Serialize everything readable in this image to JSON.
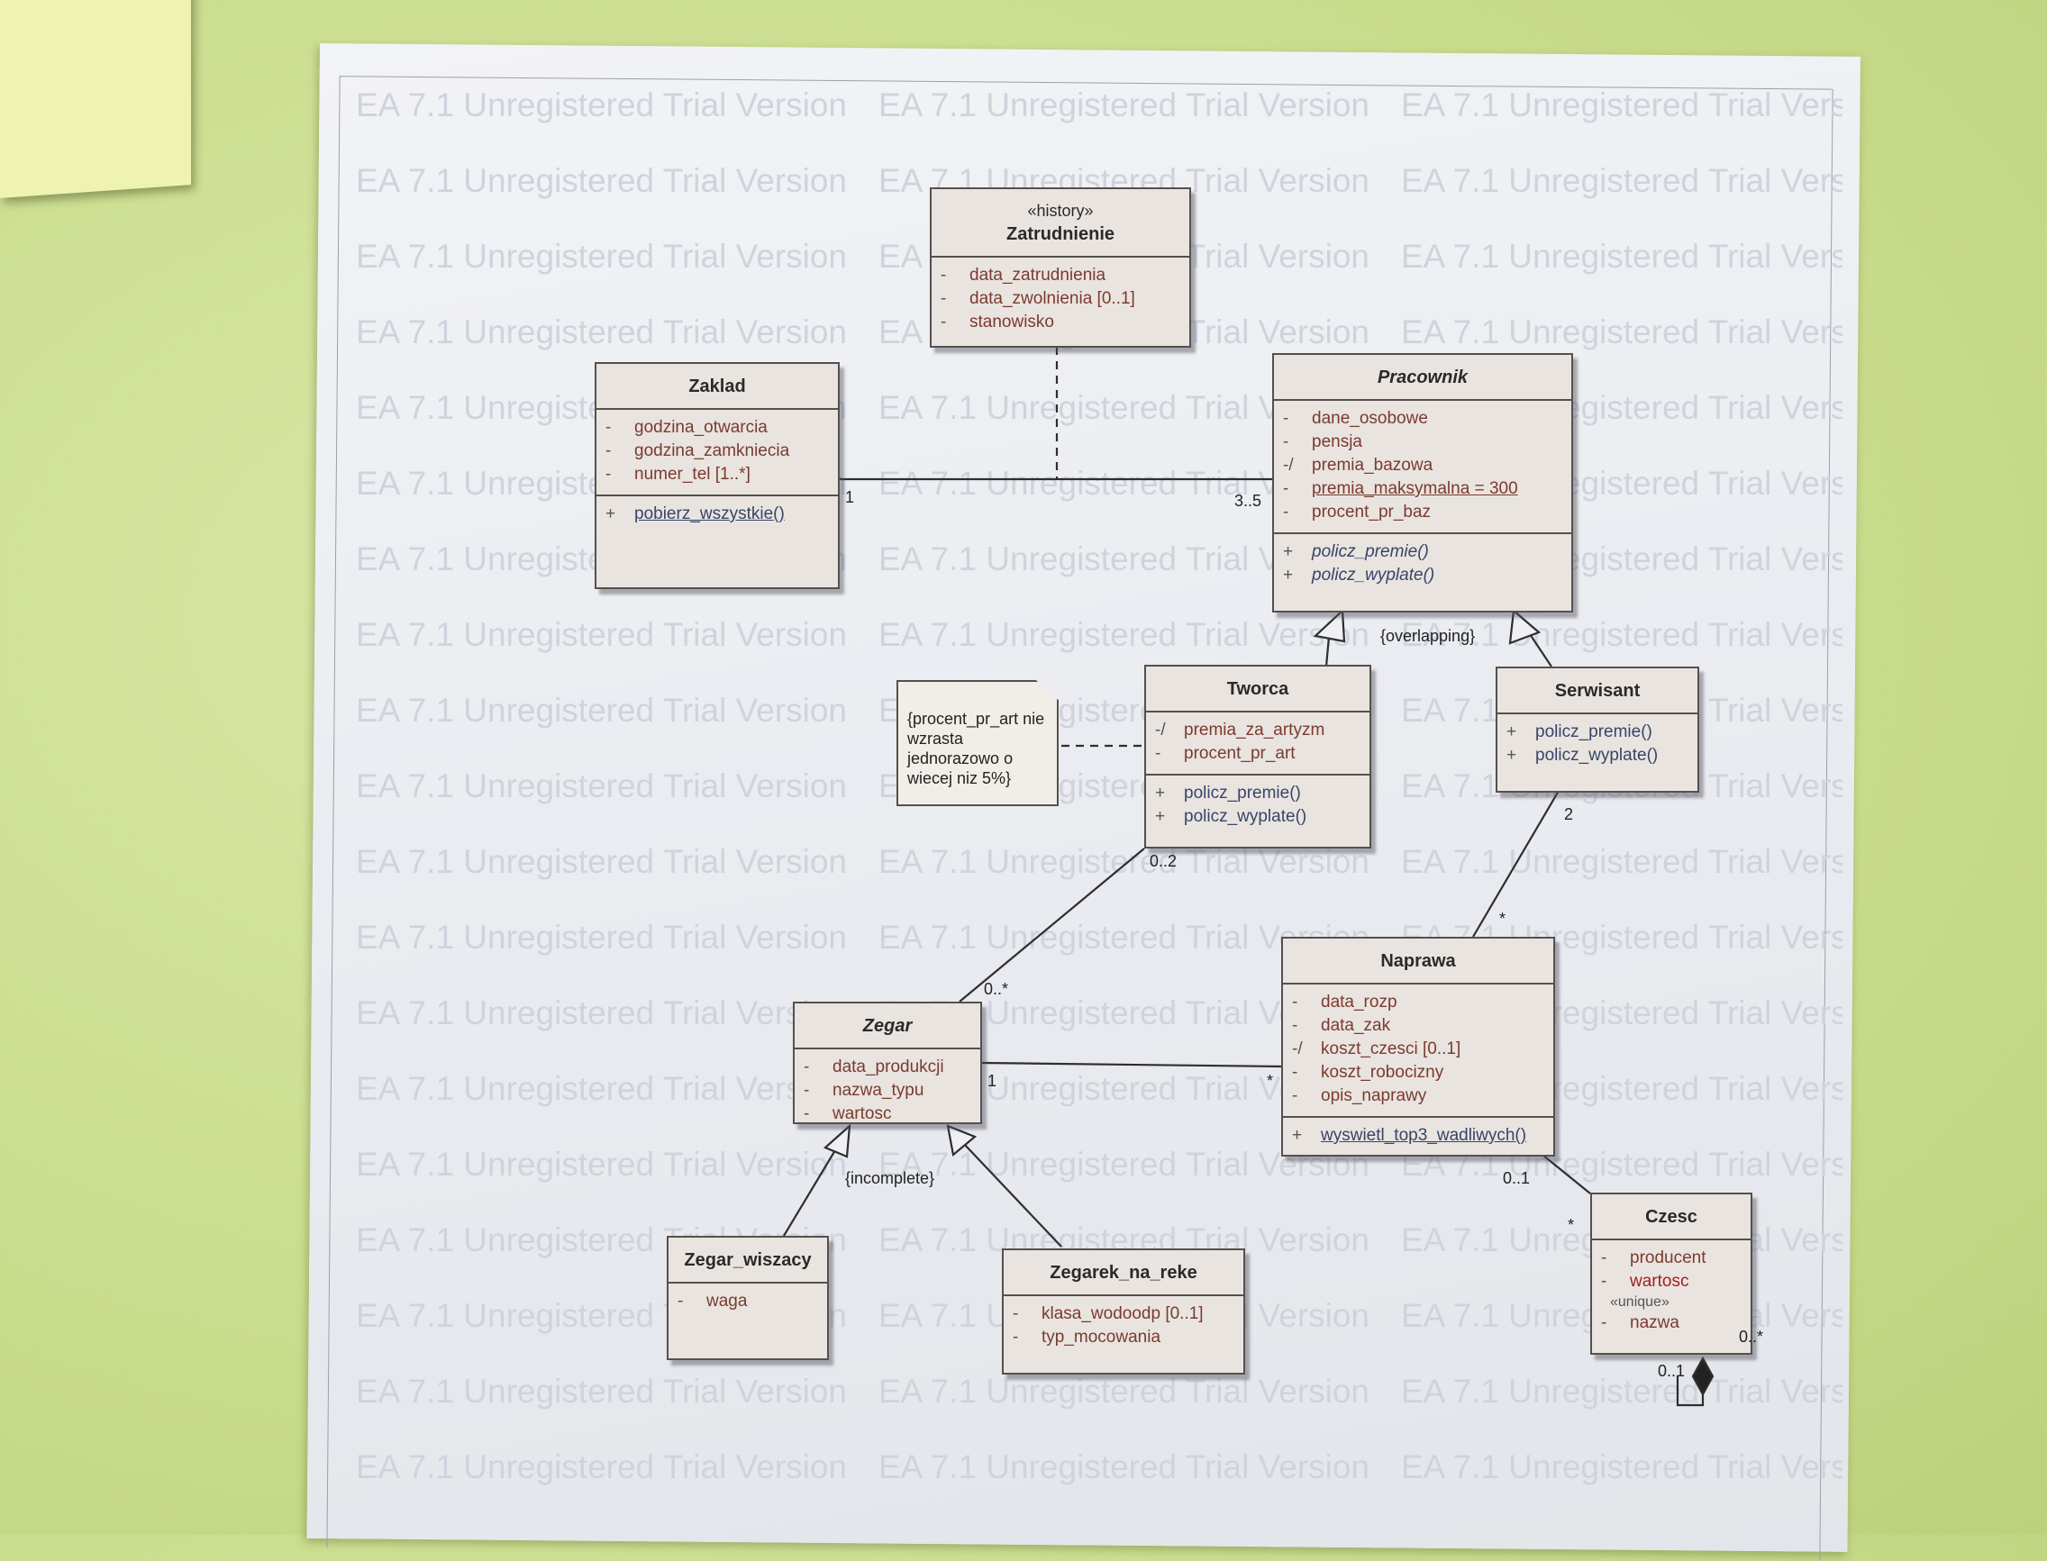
{
  "watermark": "EA 7.1 Unregistered Trial Version",
  "classes": {
    "zatrudnienie": {
      "stereotype": "«history»",
      "name": "Zatrudnienie",
      "attributes": [
        {
          "vis": "-",
          "name": "data_zatrudnienia"
        },
        {
          "vis": "-",
          "name": "data_zwolnienia [0..1]"
        },
        {
          "vis": "-",
          "name": "stanowisko"
        }
      ]
    },
    "zaklad": {
      "name": "Zaklad",
      "attributes": [
        {
          "vis": "-",
          "name": "godzina_otwarcia"
        },
        {
          "vis": "-",
          "name": "godzina_zamkniecia"
        },
        {
          "vis": "-",
          "name": "numer_tel [1..*]"
        }
      ],
      "operations": [
        {
          "vis": "+",
          "name": "pobierz_wszystkie()"
        }
      ]
    },
    "pracownik": {
      "name": "Pracownik",
      "attributes": [
        {
          "vis": "-",
          "name": "dane_osobowe"
        },
        {
          "vis": "-",
          "name": "pensja"
        },
        {
          "vis": "-/",
          "name": "premia_bazowa"
        },
        {
          "vis": "-",
          "name": "premia_maksymalna = 300"
        },
        {
          "vis": "-",
          "name": "procent_pr_baz"
        }
      ],
      "operations": [
        {
          "vis": "+",
          "name": "policz_premie()"
        },
        {
          "vis": "+",
          "name": "policz_wyplate()"
        }
      ]
    },
    "tworca": {
      "name": "Tworca",
      "attributes": [
        {
          "vis": "-/",
          "name": "premia_za_artyzm"
        },
        {
          "vis": "-",
          "name": "procent_pr_art"
        }
      ],
      "operations": [
        {
          "vis": "+",
          "name": "policz_premie()"
        },
        {
          "vis": "+",
          "name": "policz_wyplate()"
        }
      ]
    },
    "serwisant": {
      "name": "Serwisant",
      "operations": [
        {
          "vis": "+",
          "name": "policz_premie()"
        },
        {
          "vis": "+",
          "name": "policz_wyplate()"
        }
      ]
    },
    "naprawa": {
      "name": "Naprawa",
      "attributes": [
        {
          "vis": "-",
          "name": "data_rozp"
        },
        {
          "vis": "-",
          "name": "data_zak"
        },
        {
          "vis": "-/",
          "name": "koszt_czesci [0..1]"
        },
        {
          "vis": "-",
          "name": "koszt_robocizny"
        },
        {
          "vis": "-",
          "name": "opis_naprawy"
        }
      ],
      "operations": [
        {
          "vis": "+",
          "name": "wyswietl_top3_wadliwych()"
        }
      ]
    },
    "zegar": {
      "name": "Zegar",
      "attributes": [
        {
          "vis": "-",
          "name": "data_produkcji"
        },
        {
          "vis": "-",
          "name": "nazwa_typu"
        },
        {
          "vis": "-",
          "name": "wartosc"
        }
      ]
    },
    "zegar_wiszacy": {
      "name": "Zegar_wiszacy",
      "attributes": [
        {
          "vis": "-",
          "name": "waga"
        }
      ]
    },
    "zegarek_na_reke": {
      "name": "Zegarek_na_reke",
      "attributes": [
        {
          "vis": "-",
          "name": "klasa_wodoodp [0..1]"
        },
        {
          "vis": "-",
          "name": "typ_mocowania"
        }
      ]
    },
    "czesc": {
      "name": "Czesc",
      "attributes": [
        {
          "vis": "-",
          "name": "producent"
        },
        {
          "vis": "-",
          "name": "wartosc"
        }
      ],
      "stereotype2": "«unique»",
      "attributes2": [
        {
          "vis": "-",
          "name": "nazwa"
        }
      ]
    }
  },
  "note": "{procent_pr_art nie\nwzrasta\njednorazowo o\nwiecej niz 5%}",
  "labels": {
    "zaklad_mult": "1",
    "pracownik_mult": "3..5",
    "overlapping": "{overlapping}",
    "incomplete": "{incomplete}",
    "tworca_mult": "0..2",
    "zegar_tworca_mult": "0..*",
    "serwisant_mult": "2",
    "naprawa_serwisant_mult": "*",
    "zegar_naprawa_mult": "1",
    "naprawa_zegar_mult": "*",
    "naprawa_czesc_mult": "0..1",
    "czesc_naprawa_mult": "*",
    "czesc_self_mult_a": "0..*",
    "czesc_self_mult_b": "0..1"
  }
}
